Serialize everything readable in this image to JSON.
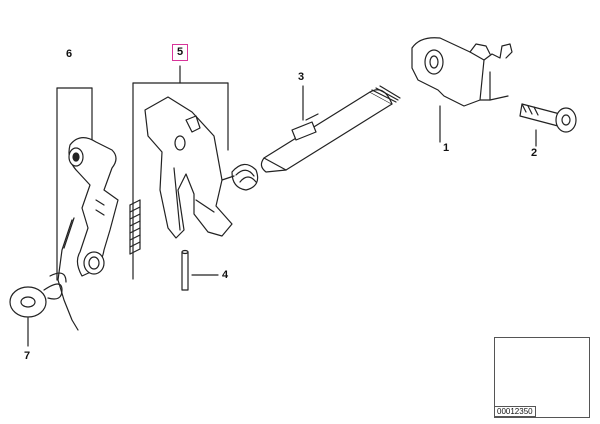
{
  "diagram": {
    "callouts": [
      {
        "id": "6",
        "label": "6"
      },
      {
        "id": "5",
        "label": "5",
        "highlighted": true
      },
      {
        "id": "3",
        "label": "3"
      },
      {
        "id": "1",
        "label": "1"
      },
      {
        "id": "2",
        "label": "2"
      },
      {
        "id": "4",
        "label": "4"
      },
      {
        "id": "7",
        "label": "7"
      }
    ],
    "inset_code": "00012350",
    "colors": {
      "line": "#222222",
      "highlight": "#d8349a",
      "marker": "#111111"
    }
  }
}
